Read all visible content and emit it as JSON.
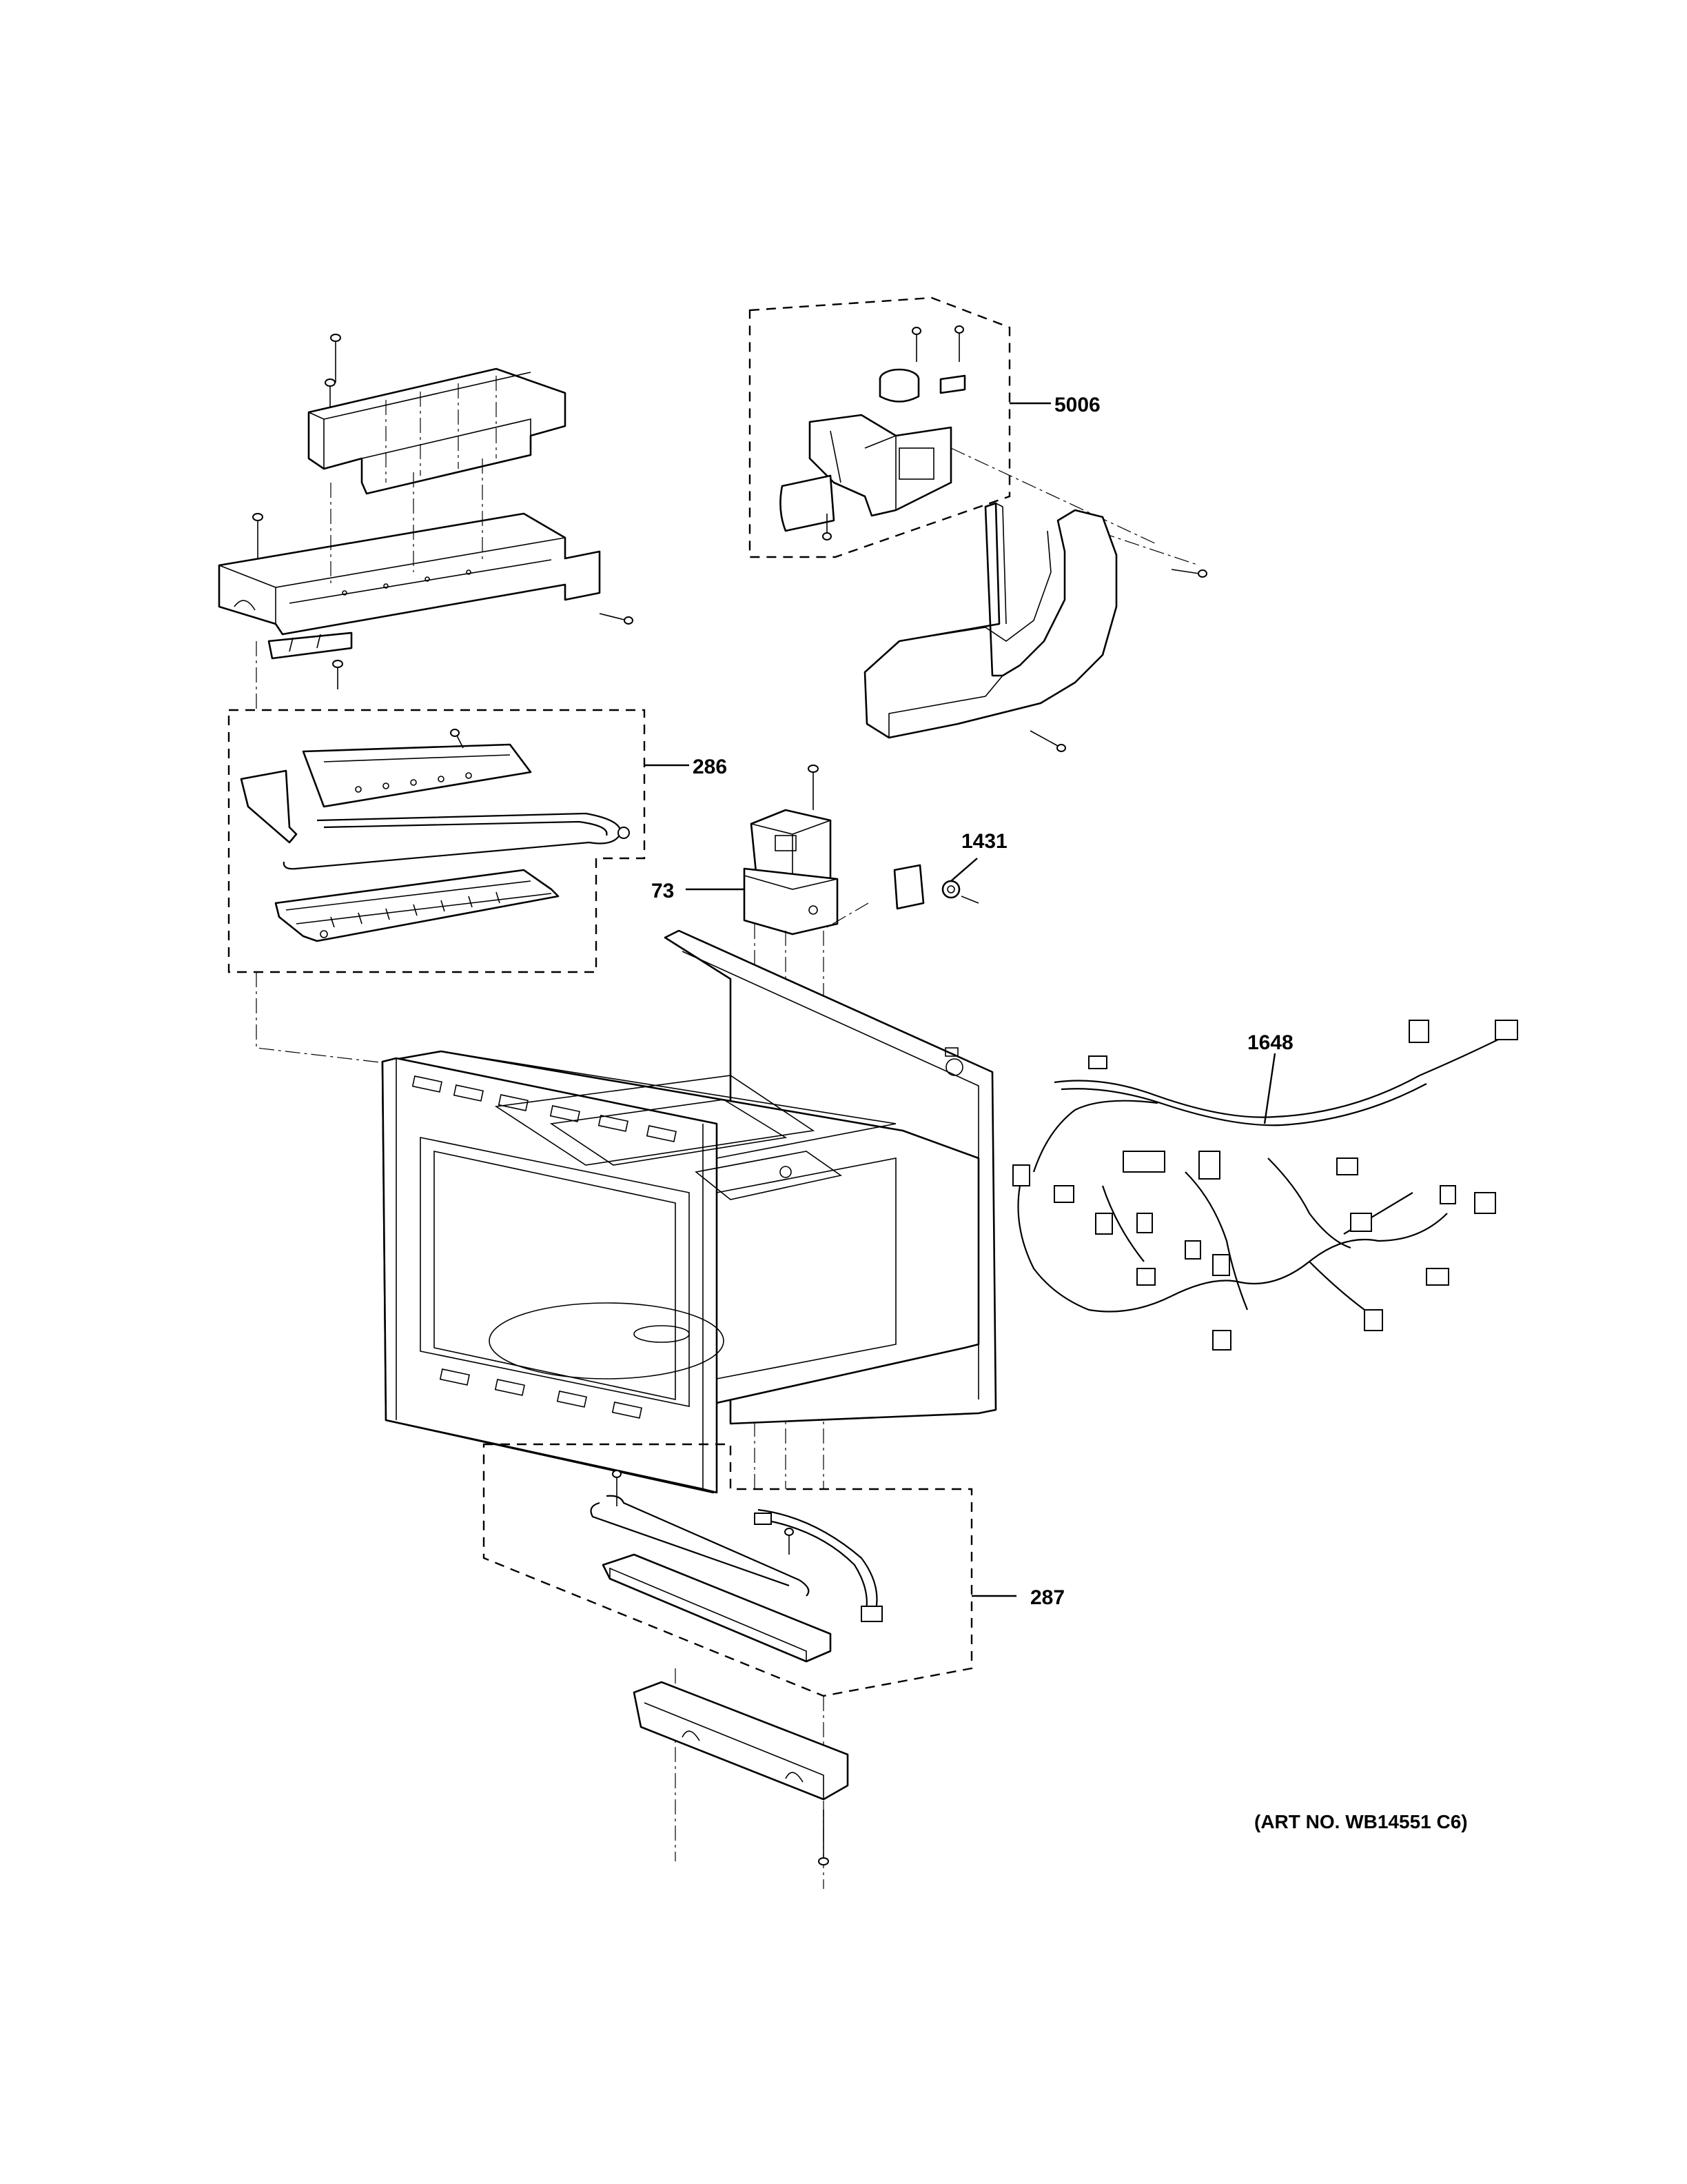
{
  "diagram": {
    "art_number": "(ART NO. WB14551 C6)",
    "callouts": [
      {
        "id": "5006",
        "label": "5006"
      },
      {
        "id": "286",
        "label": "286"
      },
      {
        "id": "1431",
        "label": "1431"
      },
      {
        "id": "73",
        "label": "73"
      },
      {
        "id": "1648",
        "label": "1648"
      },
      {
        "id": "287",
        "label": "287"
      }
    ]
  }
}
